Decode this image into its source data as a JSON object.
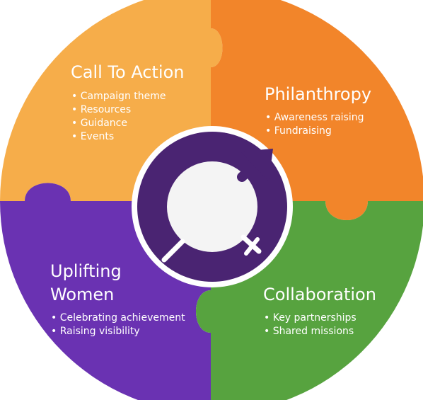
{
  "diagram": {
    "colors": {
      "call_to_action": "#f6ad4a",
      "philanthropy": "#f2852a",
      "uplifting_women": "#6a32b2",
      "collaboration": "#57a33f",
      "hub_ring": "#4a2472",
      "hub_inner": "#f4f4f4",
      "hub_outer": "#ffffff"
    },
    "logo_icon": "venus-mars-equality-symbol",
    "quadrants": {
      "call_to_action": {
        "title": "Call To Action",
        "items": [
          "• Campaign theme",
          "• Resources",
          "• Guidance",
          "• Events"
        ]
      },
      "philanthropy": {
        "title": "Philanthropy",
        "items": [
          "• Awareness raising",
          "• Fundraising"
        ]
      },
      "uplifting_women": {
        "title_line1": "Uplifting",
        "title_line2": "Women",
        "items": [
          "• Celebrating achievement",
          "• Raising visibility"
        ]
      },
      "collaboration": {
        "title": "Collaboration",
        "items": [
          "• Key partnerships",
          "• Shared missions"
        ]
      }
    }
  }
}
